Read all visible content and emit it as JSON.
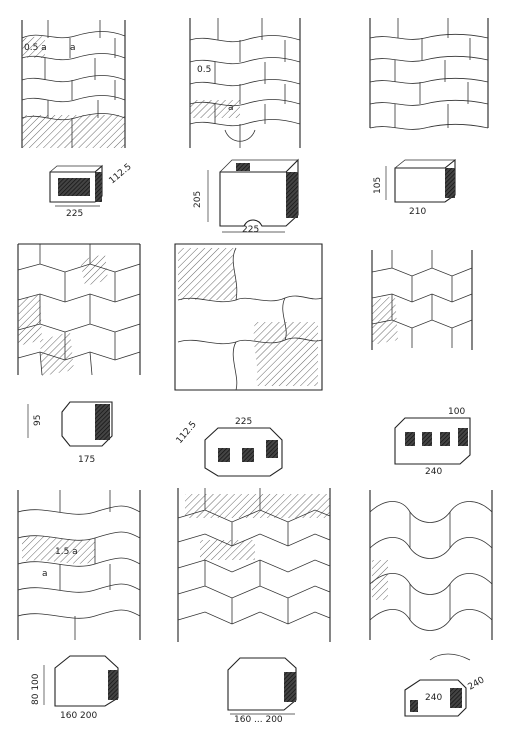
{
  "labels": {
    "p1_thickness": "0.5 a",
    "p1_block": "a",
    "p1_width": "225",
    "p1_height": "112.5",
    "p2_thickness": "0.5",
    "p2_block": "a",
    "p2_height": "205",
    "p2_width": "225",
    "p3_width": "210",
    "p3_height": "105",
    "p5_height": "95",
    "p5_width": "175",
    "p6_width": "225",
    "p6_depth": "112.5",
    "p7_depth": "100",
    "p7_width": "240",
    "p8_thickness": "1.5 a",
    "p8_block": "a",
    "p8_height": "80 100",
    "p8_width": "160 200",
    "p9_width": "160 ... 200",
    "p10_width": "240",
    "p10_depth": "240"
  }
}
